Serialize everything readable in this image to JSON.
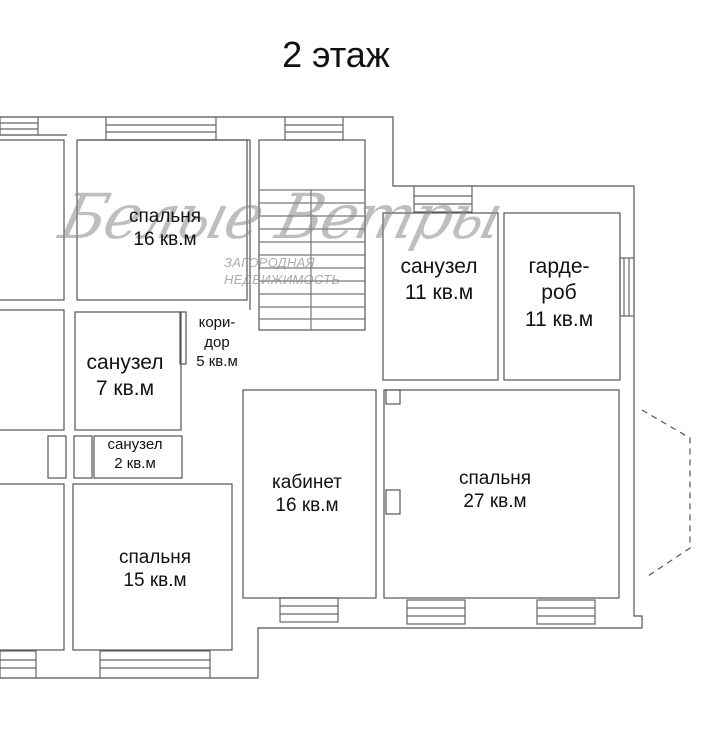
{
  "title": "2 этаж",
  "watermark": {
    "brand": "Белые Ветры",
    "line1": "ЗАГОРОДНАЯ",
    "line2": "НЕДВИЖИМОСТЬ"
  },
  "rooms": [
    {
      "name": "спальня",
      "area": "16 кв.м"
    },
    {
      "name": "санузел",
      "area": "11 кв.м"
    },
    {
      "name_line1": "гарде-",
      "name_line2": "роб",
      "area": "11 кв.м"
    },
    {
      "name_line1": "кори-",
      "name_line2": "дор",
      "area": "5 кв.м"
    },
    {
      "name": "санузел",
      "area": "7 кв.м"
    },
    {
      "name": "санузел",
      "area": "2 кв.м"
    },
    {
      "name": "кабинет",
      "area": "16 кв.м"
    },
    {
      "name": "спальня",
      "area": "27 кв.м"
    },
    {
      "name": "спальня",
      "area": "15 кв.м"
    }
  ]
}
